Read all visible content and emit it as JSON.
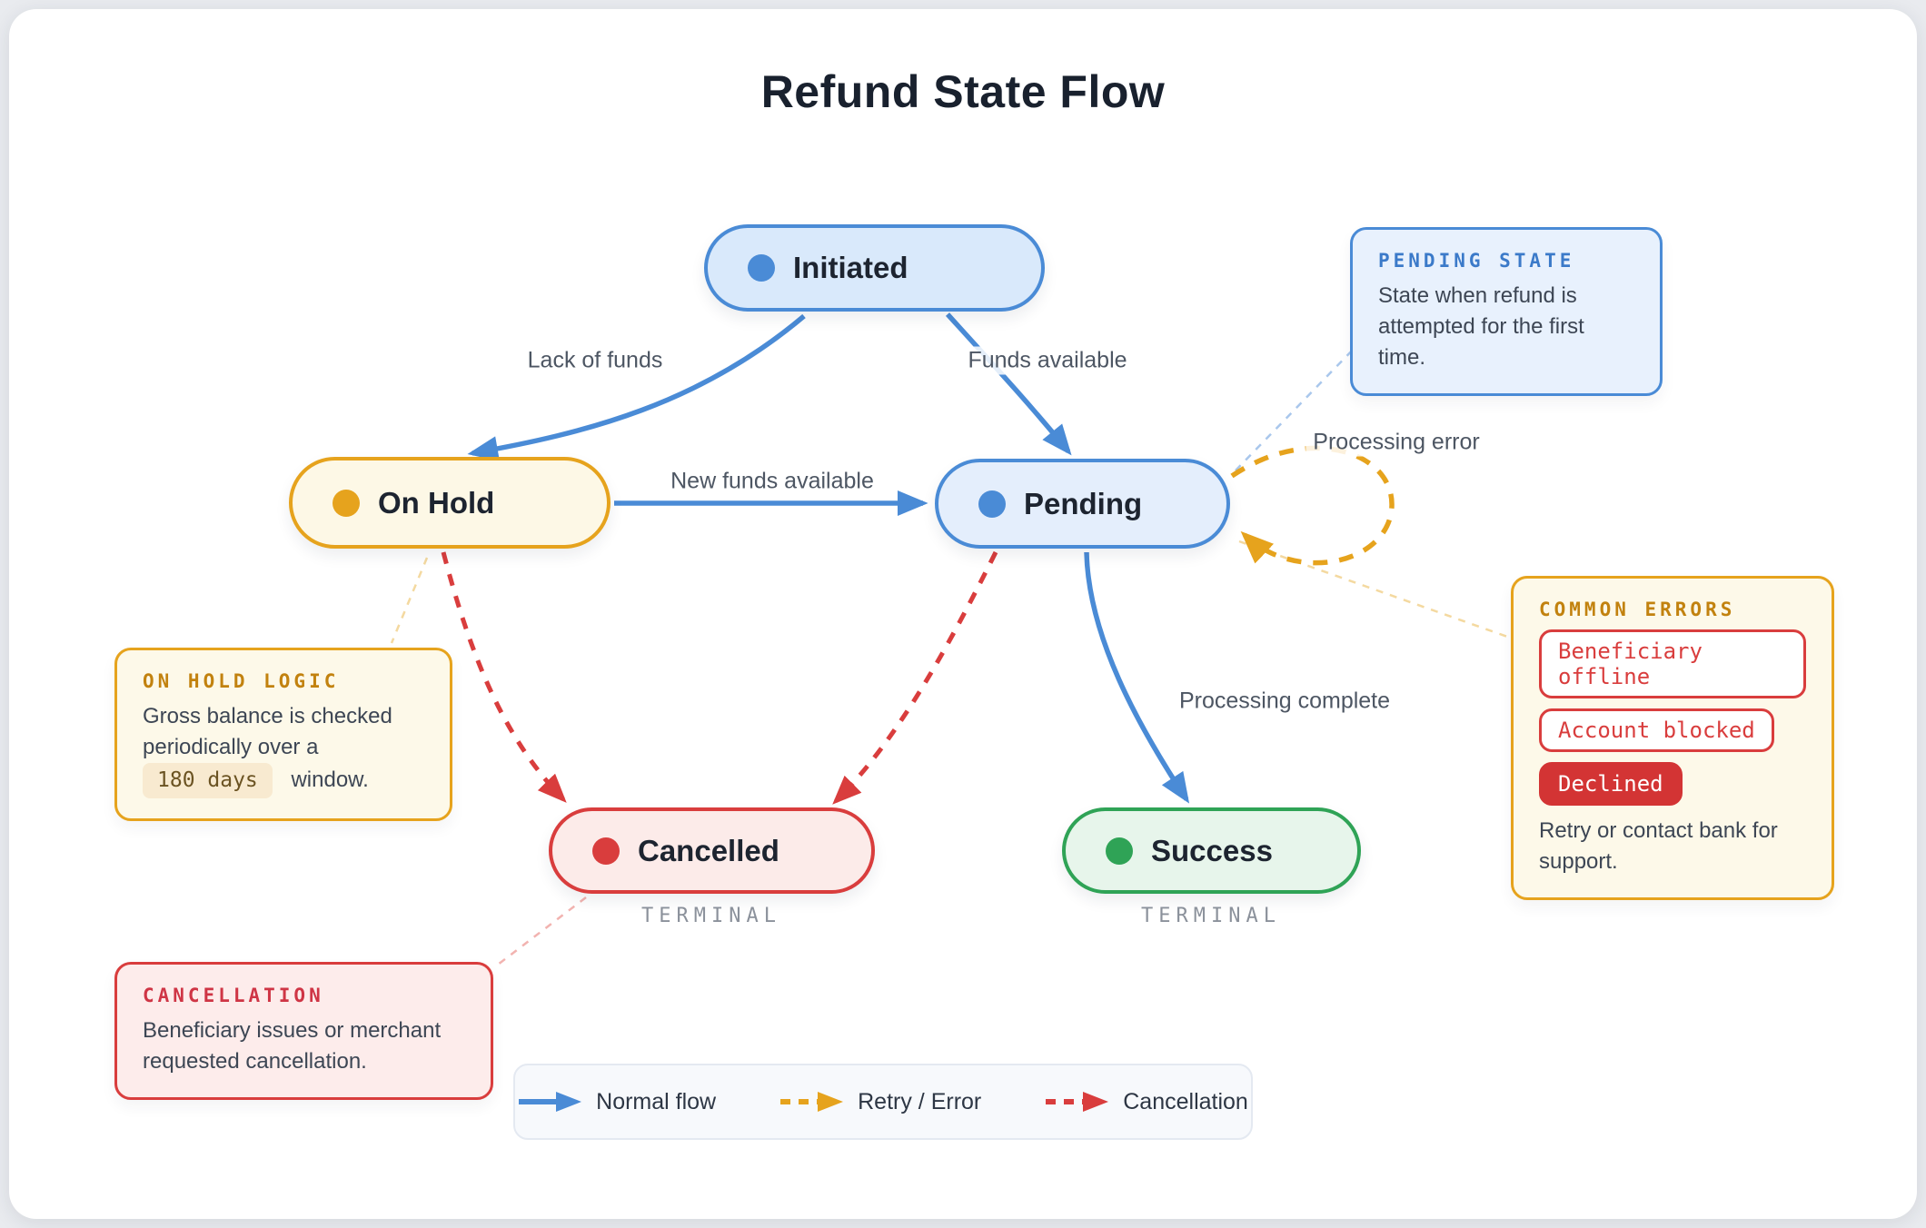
{
  "title": "Refund State Flow",
  "nodes": {
    "initiated": {
      "label": "Initiated"
    },
    "on_hold": {
      "label": "On Hold"
    },
    "pending": {
      "label": "Pending"
    },
    "cancelled": {
      "label": "Cancelled",
      "terminal_label": "TERMINAL"
    },
    "success": {
      "label": "Success",
      "terminal_label": "TERMINAL"
    }
  },
  "edges": {
    "lack_of_funds": "Lack of funds",
    "funds_available": "Funds available",
    "new_funds_available": "New funds available",
    "processing_error": "Processing error",
    "processing_complete": "Processing complete"
  },
  "annotations": {
    "pending_state": {
      "title": "PENDING STATE",
      "body": "State when refund is attempted for the first time."
    },
    "on_hold_logic": {
      "title": "ON HOLD LOGIC",
      "body_before": "Gross balance is checked periodically over a",
      "chip": "180 days",
      "body_after": "window."
    },
    "common_errors": {
      "title": "COMMON ERRORS",
      "errors": [
        "Beneficiary offline",
        "Account blocked",
        "Declined"
      ],
      "body": "Retry or contact bank for support."
    },
    "cancellation": {
      "title": "CANCELLATION",
      "body": "Beneficiary issues or merchant requested cancellation."
    }
  },
  "legend": {
    "items": [
      {
        "label": "Normal flow",
        "style": "solid-blue"
      },
      {
        "label": "Retry / Error",
        "style": "dashed-orange"
      },
      {
        "label": "Cancellation",
        "style": "dashed-red"
      }
    ]
  },
  "colors": {
    "blue": "#4a8bd6",
    "orange": "#e6a31d",
    "red": "#d93d3d",
    "green": "#2fa356",
    "blue_fill": "#d9e9fb",
    "amber_fill": "#fdf8e6",
    "red_fill": "#fcebe9",
    "green_fill": "#e7f5eb"
  }
}
